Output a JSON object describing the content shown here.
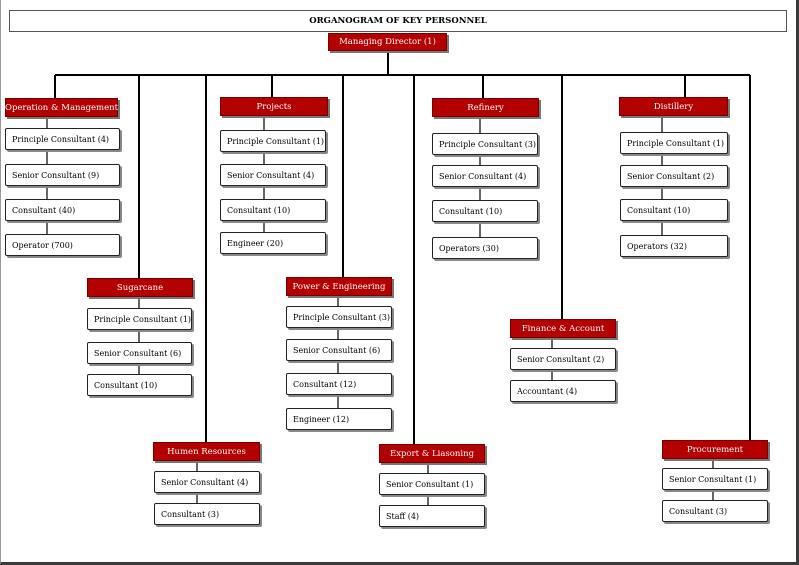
{
  "title": "ORGANOGRAM OF KEY PERSONNEL",
  "root": "Managing Director (1)",
  "colors": {
    "header_bg": "#b30000",
    "header_text": "#ffffff",
    "line": "#000000"
  },
  "departments": {
    "operation": {
      "header": "Operation & Management",
      "items": [
        "Principle Consultant (4)",
        "Senior Consultant (9)",
        "Consultant (40)",
        "Operator (700)"
      ]
    },
    "sugarcane": {
      "header": "Sugarcane",
      "items": [
        "Principle Consultant (1)",
        "Senior Consultant (6)",
        "Consultant (10)"
      ]
    },
    "hr": {
      "header": "Humen Resources",
      "items": [
        "Senior Consultant (4)",
        "Consultant (3)"
      ]
    },
    "projects": {
      "header": "Projects",
      "items": [
        "Principle Consultant (1)",
        "Senior Consultant (4)",
        "Consultant (10)",
        "Engineer (20)"
      ]
    },
    "power": {
      "header": "Power & Engineering",
      "items": [
        "Principle Consultant (3)",
        "Senior Consultant (6)",
        "Consultant (12)",
        "Engineer (12)"
      ]
    },
    "export": {
      "header": "Export & Liasoning",
      "items": [
        "Senior Consultant (1)",
        "Staff (4)"
      ]
    },
    "refinery": {
      "header": "Refinery",
      "items": [
        "Principle Consultant (3)",
        "Senior Consultant (4)",
        "Consultant (10)",
        "Operators (30)"
      ]
    },
    "finance": {
      "header": "Finance & Account",
      "items": [
        "Senior Consultant (2)",
        "Accountant (4)"
      ]
    },
    "distillery": {
      "header": "Distillery",
      "items": [
        "Principle Consultant (1)",
        "Senior Consultant (2)",
        "Consultant (10)",
        "Operators (32)"
      ]
    },
    "procurement": {
      "header": "Procurement",
      "items": [
        "Senior Consultant (1)",
        "Consultant (3)"
      ]
    }
  }
}
